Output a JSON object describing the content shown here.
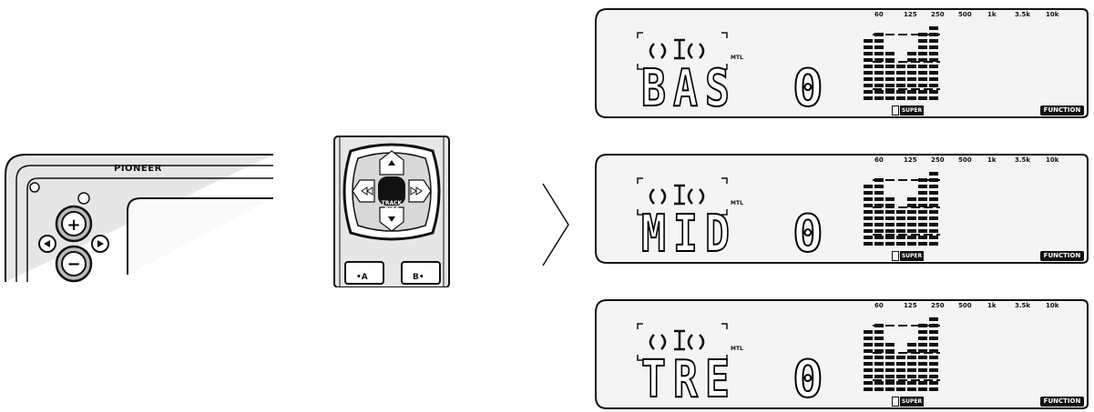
{
  "head_unit": {
    "brand": "PIONEER",
    "plus_symbol": "+",
    "minus_symbol": "−"
  },
  "remote": {
    "center_label_line1": "TRACK",
    "center_label_line2": "DISC",
    "button_a": "•A",
    "button_b": "B•"
  },
  "displays": [
    {
      "parameter": "BAS",
      "value": "0"
    },
    {
      "parameter": "MID",
      "value": "0"
    },
    {
      "parameter": "TRE",
      "value": "0"
    }
  ],
  "lcd": {
    "frequencies": [
      "60",
      "125",
      "250",
      "500",
      "1k",
      "3.5k",
      "10k"
    ],
    "mtl_label": "MTL",
    "curve_label": "SUPER",
    "function_label": "FUNCTION"
  }
}
